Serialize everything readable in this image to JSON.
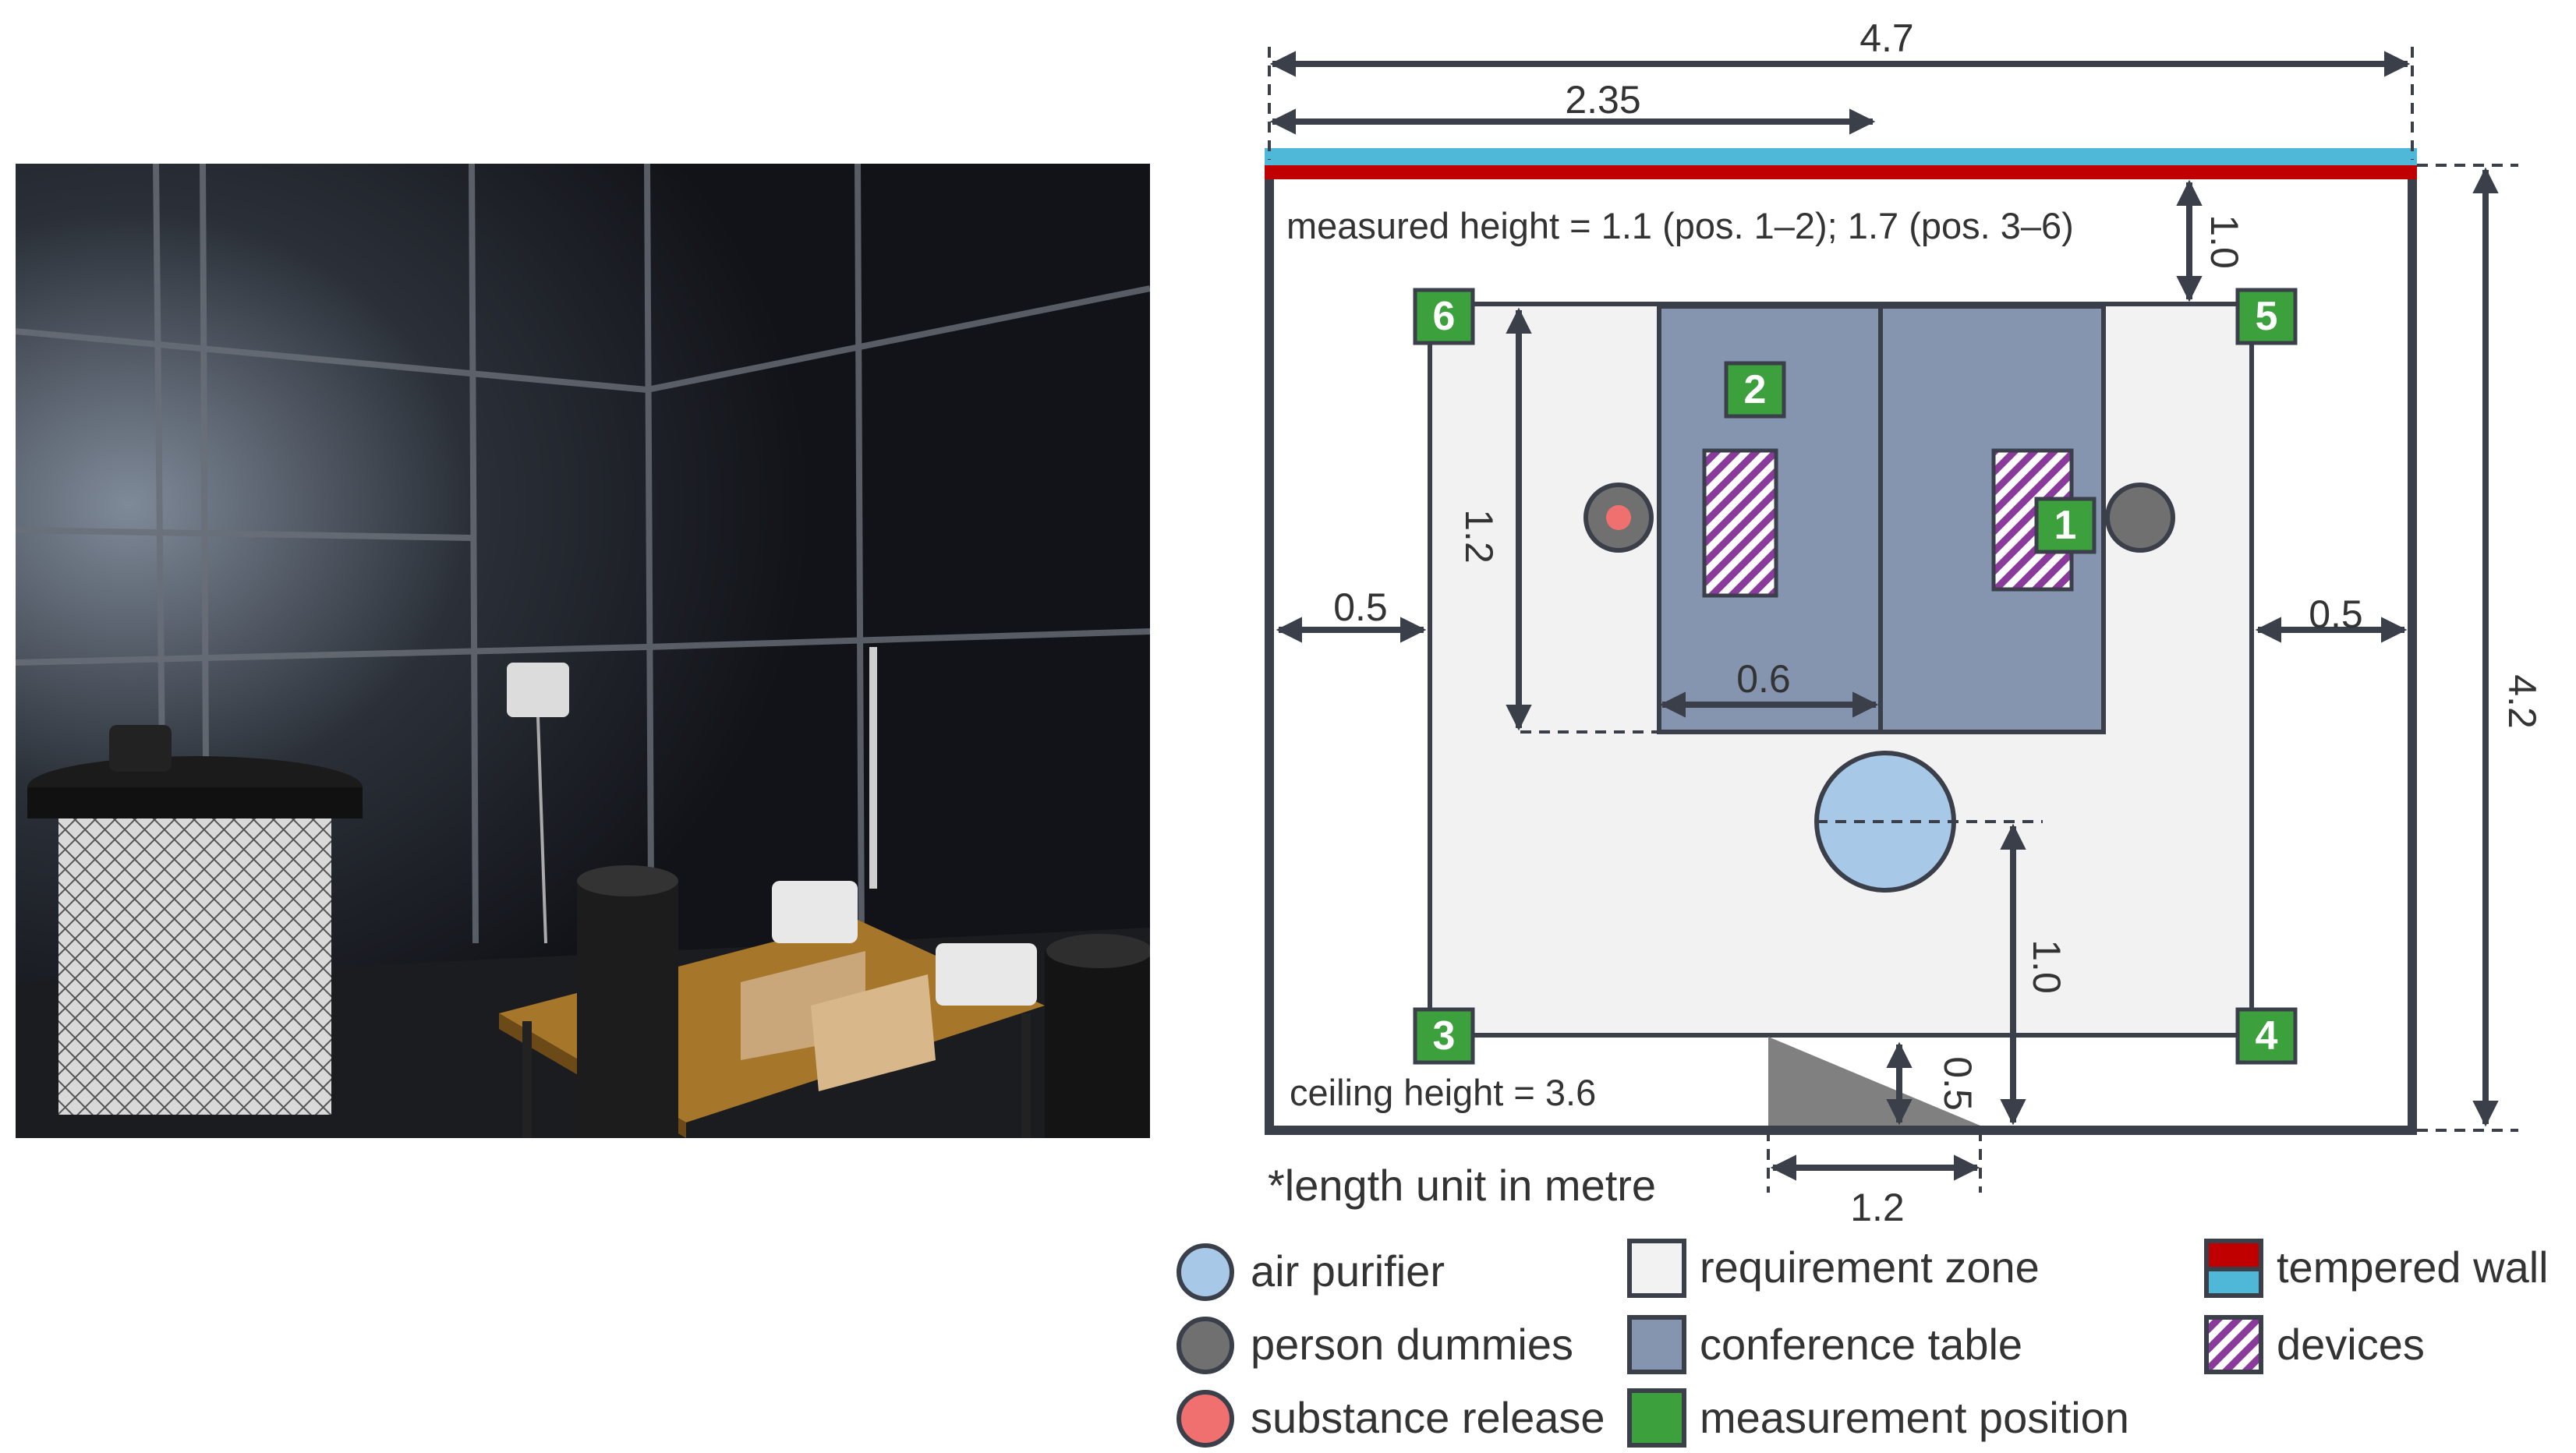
{
  "photo": {
    "description_icon": "test-chamber-photo"
  },
  "dimensions": {
    "room_width": "4.7",
    "half_width": "2.35",
    "room_depth": "4.2",
    "wall_to_pos5": "1.0",
    "zone_depth": "1.2",
    "left_margin": "0.5",
    "right_margin": "0.5",
    "table_width": "0.6",
    "purifier_to_zone": "1.0",
    "corner_height": "0.5",
    "corner_width": "1.2"
  },
  "notes": {
    "measured_height": "measured height = 1.1 (pos. 1–2); 1.7 (pos. 3–6)",
    "ceiling_height": "ceiling height = 3.6",
    "length_unit": "*length unit in metre"
  },
  "positions": [
    "1",
    "2",
    "3",
    "4",
    "5",
    "6"
  ],
  "legend": {
    "air_purifier": "air purifier",
    "person_dummies": "person dummies",
    "substance_release": "substance release",
    "requirement_zone": "requirement zone",
    "conference_table": "conference table",
    "measurement_position": "measurement position",
    "tempered_wall": "tempered wall",
    "devices": "devices"
  },
  "colors": {
    "air_purifier": "#a8c8e8",
    "person_dummy": "#707070",
    "substance_release": "#f07070",
    "requirement_zone": "#f2f2f2",
    "conference_table": "#8595b0",
    "measurement_position": "#3ca03c",
    "tempered_wall_hot": "#c00000",
    "tempered_wall_cold": "#4fb8d8",
    "devices": "#8a3a9a",
    "outline": "#3a3f4a"
  }
}
